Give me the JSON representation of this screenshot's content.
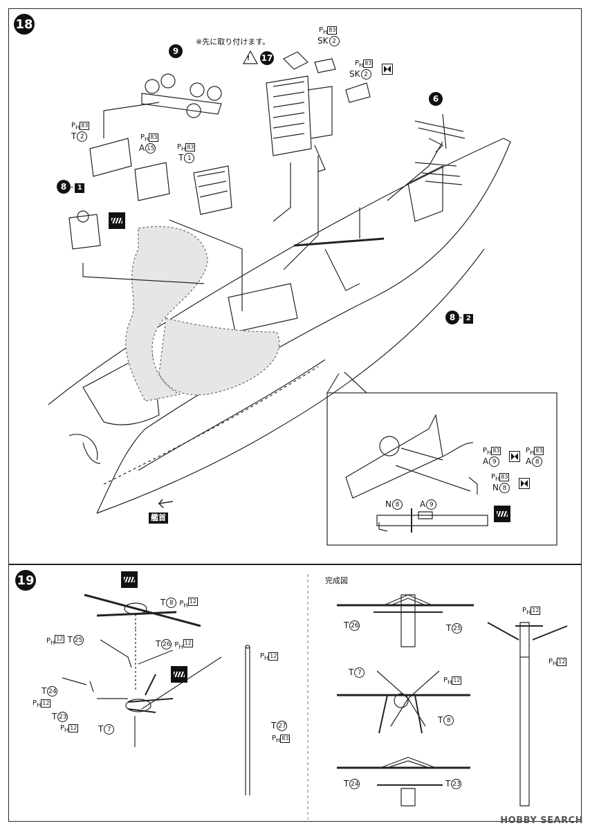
{
  "step18": {
    "number": "18",
    "note": "※先に取り付けます。",
    "bow_label": "艦首",
    "parts": {
      "p9": "9",
      "p17": "17",
      "p6": "6",
      "p8_1_num": "8",
      "p8_1_sub": "1",
      "p8_2_num": "8",
      "p8_2_sub": "2",
      "sk_top_letters": "SK",
      "sk_top_num": "2",
      "sk_mid_letters": "SK",
      "sk_mid_num": "2",
      "t2_letter": "T",
      "t2_num": "2",
      "a15_letter": "A",
      "a15_num": "15",
      "t1_letter": "T",
      "t1_num": "1",
      "ph": "P",
      "ph_sub": "H",
      "ph_code": "83"
    },
    "inset": {
      "a9_letter": "A",
      "a9_num": "9",
      "a8_letter": "A",
      "a8_num": "8",
      "n8_letter": "N",
      "n8_num": "8",
      "bottom_n8_letter": "N",
      "bottom_n8_num": "8",
      "bottom_a9_letter": "A",
      "bottom_a9_num": "9"
    }
  },
  "step19": {
    "number": "19",
    "complete_label": "完成図",
    "ph_code": "12",
    "ph_code_83": "83",
    "labels": {
      "t8_letter": "T",
      "t8_num": "8",
      "t25_letter": "T",
      "t25_num": "25",
      "t26_letter": "T",
      "t26_num": "26",
      "t24_letter": "T",
      "t24_num": "24",
      "t23_letter": "T",
      "t23_num": "23",
      "t7_letter": "T",
      "t7_num": "7",
      "t27_letter": "T",
      "t27_num": "27"
    },
    "complete": {
      "t26_letter": "T",
      "t26_num": "26",
      "t25_letter": "T",
      "t25_num": "25",
      "t7_letter": "T",
      "t7_num": "7",
      "t8_letter": "T",
      "t8_num": "8",
      "t24_letter": "T",
      "t24_num": "24",
      "t23_letter": "T",
      "t23_num": "23"
    }
  },
  "watermark": "HOBBY SEARCH"
}
